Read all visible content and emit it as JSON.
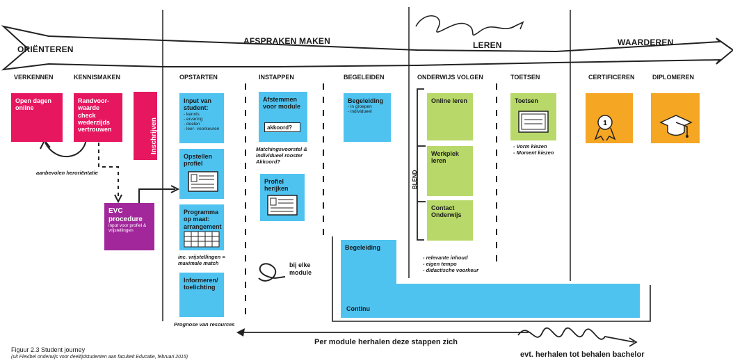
{
  "phases": [
    "ORIËNTEREN",
    "AFSPRAKEN MAKEN",
    "LEREN",
    "WAARDEREN"
  ],
  "columns": [
    "VERKENNEN",
    "KENNISMAKEN",
    "OPSTARTEN",
    "INSTAPPEN",
    "BEGELEIDEN",
    "ONDERWIJS VOLGEN",
    "TOETSEN",
    "CERTIFICEREN",
    "DIPLOMEREN"
  ],
  "notes": {
    "open_dagen": "Open dagen online",
    "randvoorwaarde": "Randvoor-waarde check wederzijds vertrouwen",
    "inschrijven": "Inschrijven",
    "heroriëntatie": "aanbevolen heroriëntatie",
    "evc_title": "EVC procedure",
    "evc_sub": "input voor profiel & vrijstellingen",
    "input_title": "Input van student:",
    "input_items": [
      "- kennis",
      "- ervaring",
      "- doelen",
      "- leer- voorkeuren"
    ],
    "opstellen": "Opstellen profiel",
    "programma": "Programma op maat: arrangement",
    "programma_note": "inc. vrijstellingen = maximale match",
    "informeren": "Informeren/ toelichting",
    "prognose": "Prognose van resources",
    "afstemmen": "Afstemmen voor module",
    "akkoord": "akkoord?",
    "matchings": "Matchingsvoorstel & individueel rooster Akkoord?",
    "profiel_herijken": "Profiel herijken",
    "bij_elke": "bij elke module",
    "begeleiding_title": "Begeleiding",
    "begeleiding_items": [
      "- in groepen",
      "- individueel"
    ],
    "begeleiding_long": "Begeleiding",
    "continu": "Continu",
    "online_leren": "Online leren",
    "werkplek": "Werkplek leren",
    "contact": "Contact Onderwijs",
    "blend": "BLEND",
    "leren_notes": [
      "- relevante inhoud",
      "- eigen tempo",
      "- didactische voorkeur"
    ],
    "toetsen": "Toetsen",
    "toetsen_notes": [
      "- Vorm kiezen",
      "- Moment kiezen"
    ],
    "per_module": "Per module herhalen deze  stappen zich",
    "evt": "evt. herhalen tot behalen bachelor",
    "caption": "Figuur 2.3 Student journey",
    "caption_sub": "(uit Flexibel onderwijs voor deeltijdstudenten aan faculteit Educatie, februari 2015)"
  },
  "colors": {
    "blue": "#4fc3f0",
    "green": "#b8d96a",
    "pink": "#e6175f",
    "purple": "#a1279a",
    "orange": "#f5a623"
  }
}
